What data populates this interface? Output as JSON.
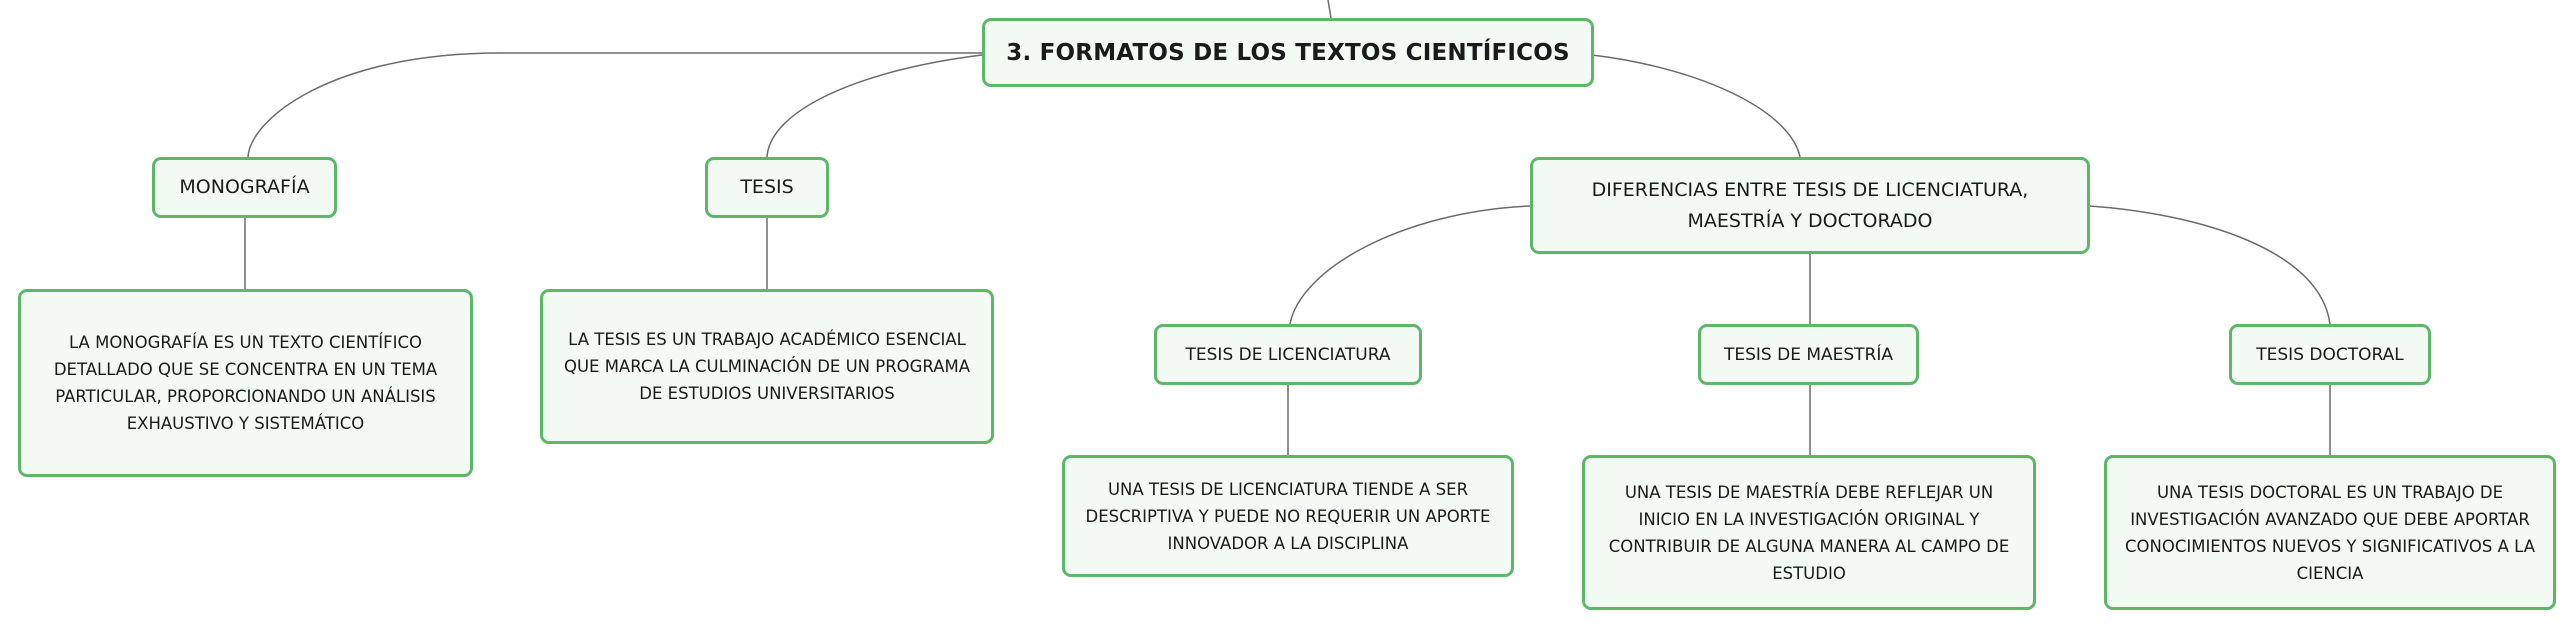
{
  "colors": {
    "node_fill": "#f3faf4",
    "node_border": "#5cb868",
    "connector": "#6b6b6b",
    "text": "#1a1a1a"
  },
  "root": {
    "label": "3. FORMATOS DE LOS TEXTOS CIENTÍFICOS"
  },
  "monografia": {
    "label": "MONOGRAFÍA",
    "description": "LA MONOGRAFÍA ES UN TEXTO CIENTÍFICO DETALLADO QUE SE CONCENTRA EN UN TEMA PARTICULAR, PROPORCIONANDO UN ANÁLISIS EXHAUSTIVO Y SISTEMÁTICO"
  },
  "tesis": {
    "label": "TESIS",
    "description": "LA TESIS ES UN TRABAJO ACADÉMICO ESENCIAL QUE MARCA LA CULMINACIÓN DE UN PROGRAMA DE ESTUDIOS UNIVERSITARIOS"
  },
  "diferencias": {
    "label": "DIFERENCIAS ENTRE TESIS DE LICENCIATURA, MAESTRÍA Y DOCTORADO",
    "licenciatura": {
      "label": "TESIS DE LICENCIATURA",
      "description": "UNA TESIS DE LICENCIATURA TIENDE A SER DESCRIPTIVA Y PUEDE NO REQUERIR UN APORTE INNOVADOR A LA DISCIPLINA"
    },
    "maestria": {
      "label": "TESIS DE MAESTRÍA",
      "description": "UNA TESIS DE MAESTRÍA DEBE REFLEJAR UN INICIO EN LA INVESTIGACIÓN ORIGINAL Y CONTRIBUIR DE ALGUNA MANERA AL CAMPO DE ESTUDIO"
    },
    "doctoral": {
      "label": "TESIS DOCTORAL",
      "description": "UNA TESIS DOCTORAL ES UN TRABAJO DE INVESTIGACIÓN AVANZADO QUE DEBE APORTAR CONOCIMIENTOS NUEVOS Y SIGNIFICATIVOS A LA CIENCIA"
    }
  }
}
